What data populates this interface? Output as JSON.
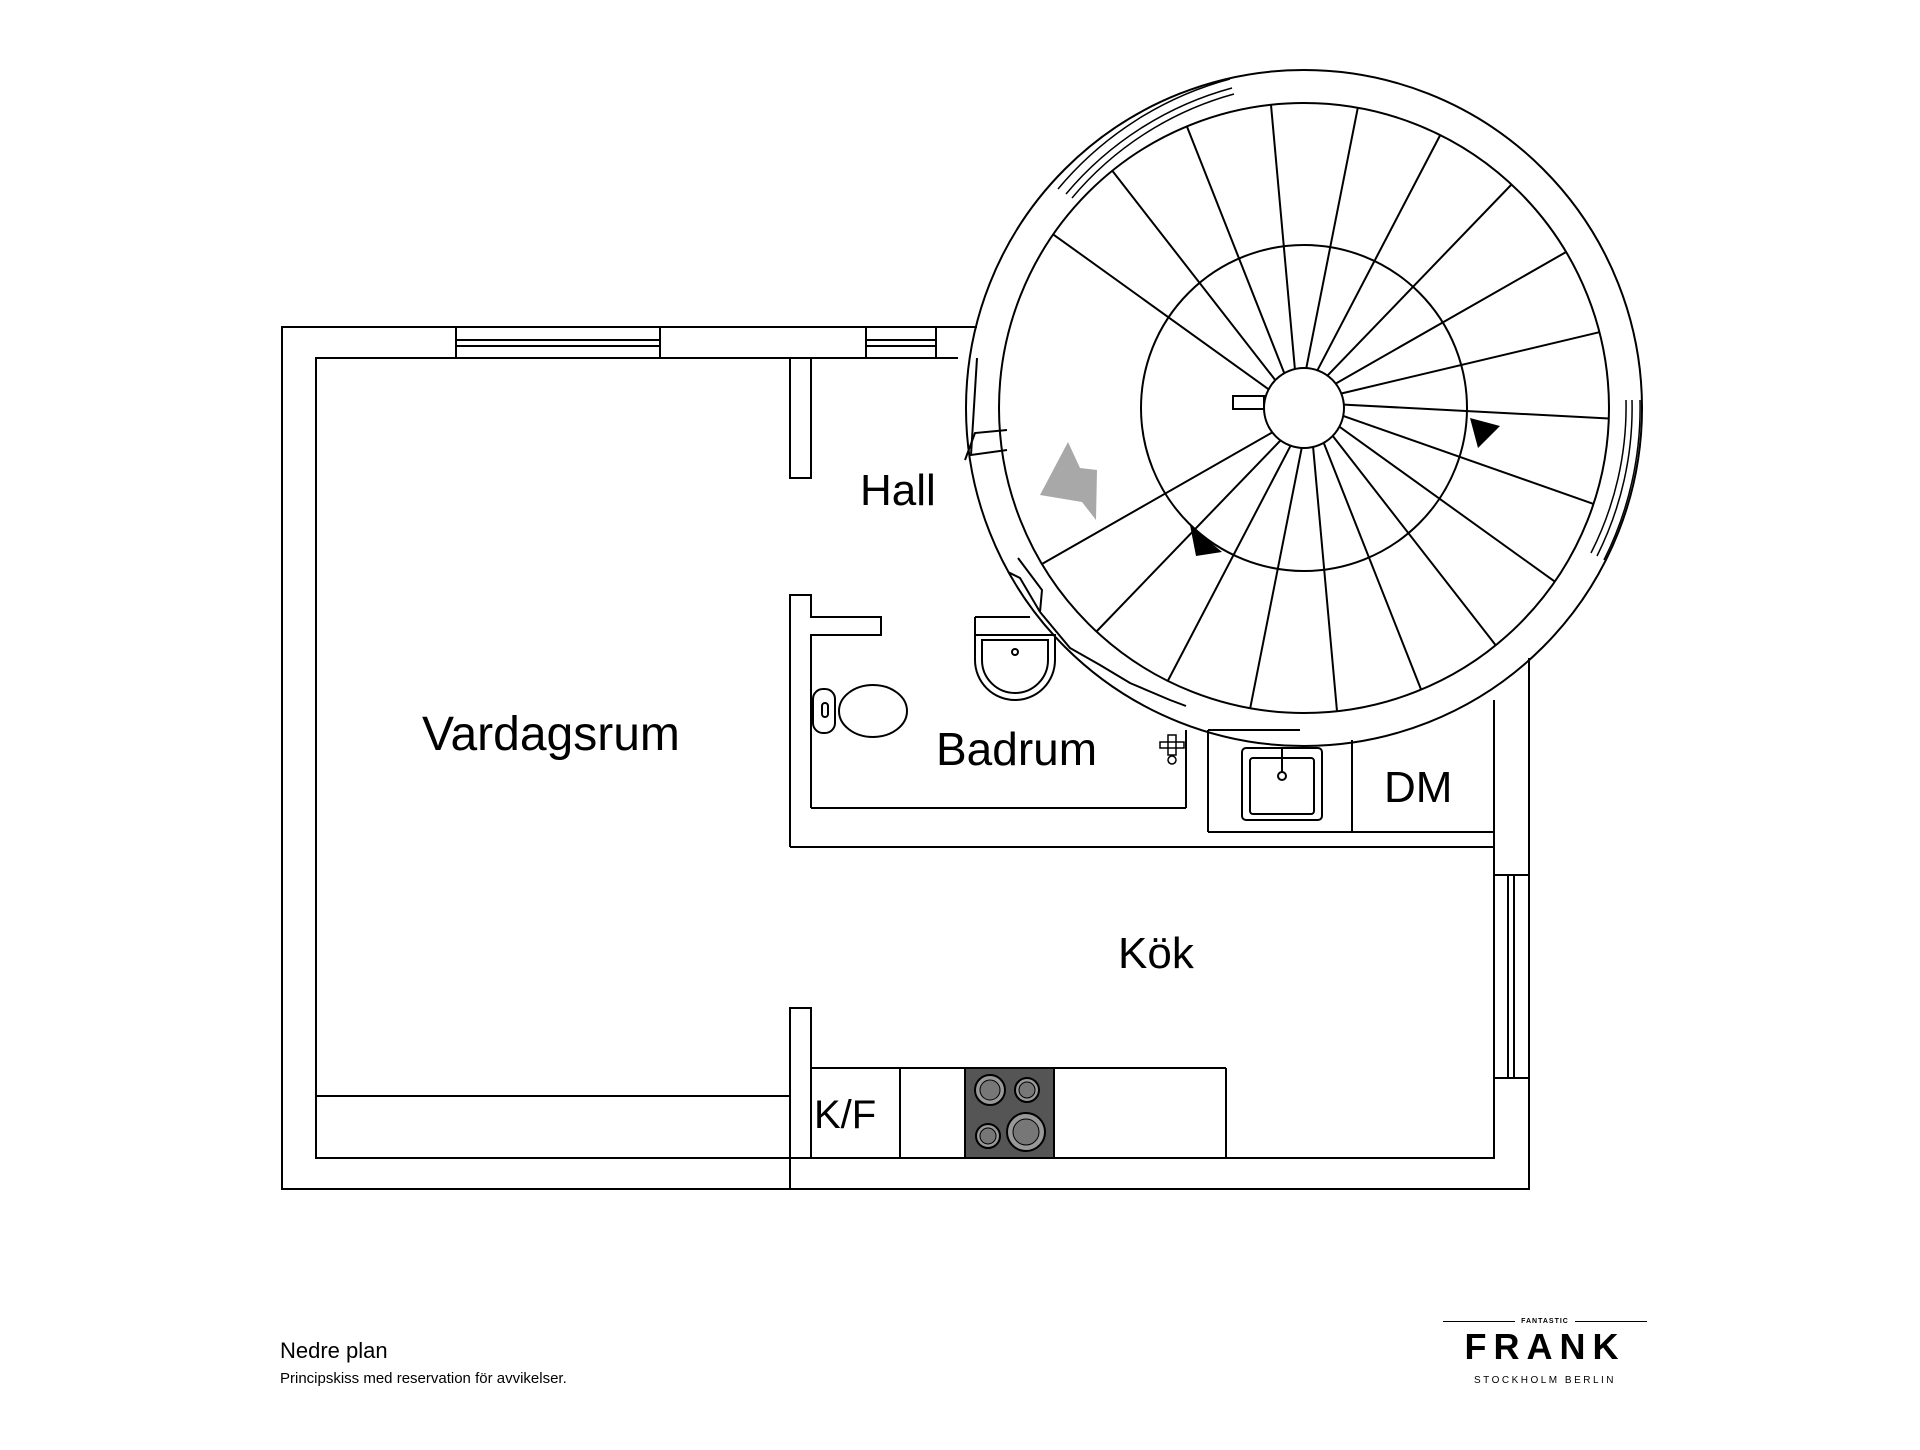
{
  "rooms": {
    "hall": "Hall",
    "vardagsrum": "Vardagsrum",
    "badrum": "Badrum",
    "dm": "DM",
    "kok": "Kök",
    "kf": "K/F"
  },
  "caption": {
    "title": "Nedre plan",
    "subtitle": "Principskiss med reservation för avvikelser."
  },
  "brand": {
    "tagline": "FANTASTIC",
    "name": "FRANK",
    "cities": "STOCKHOLM  BERLIN"
  },
  "colors": {
    "line": "#000000",
    "background": "#ffffff",
    "stove": "#555555",
    "entrance_marker": "#a8a8a8"
  },
  "icons": [
    "spiral-staircase-icon",
    "entrance-arrow-icon",
    "toilet-icon",
    "washbasin-icon",
    "sink-icon",
    "stove-icon",
    "faucet-icon"
  ]
}
